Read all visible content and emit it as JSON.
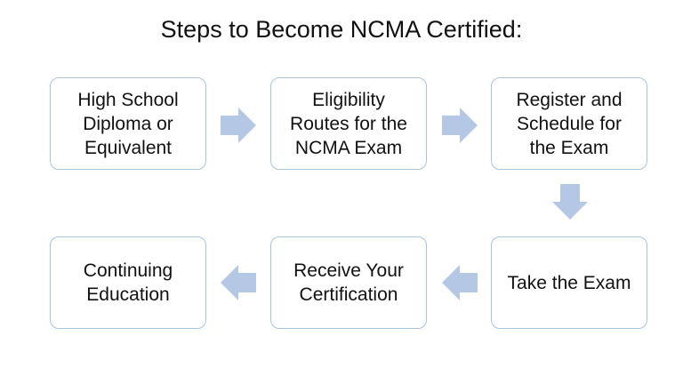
{
  "title": "Steps to Become NCMA Certified:",
  "steps": [
    {
      "label": "High School\nDiploma or\nEquivalent"
    },
    {
      "label": "Eligibility\nRoutes for the\nNCMA Exam"
    },
    {
      "label": "Register and\nSchedule for\nthe Exam"
    },
    {
      "label": "Take the Exam"
    },
    {
      "label": "Receive Your\nCertification"
    },
    {
      "label": "Continuing\nEducation"
    }
  ],
  "colors": {
    "box_border": "#a9c3de",
    "arrow_fill": "#b4c8e6",
    "text": "#111111"
  },
  "icons": {
    "arrow_right": "arrow-right-icon",
    "arrow_down": "arrow-down-icon",
    "arrow_left": "arrow-left-icon"
  }
}
